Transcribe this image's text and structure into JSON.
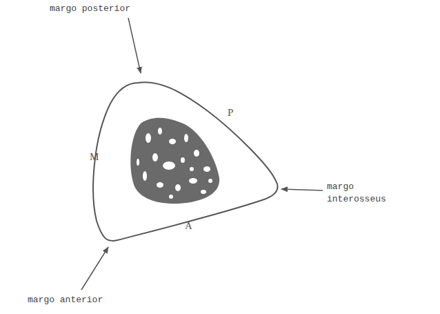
{
  "diagram": {
    "labels": [
      "margo posterior",
      "P",
      "M",
      "margo interosseus",
      "A",
      "margo anterior"
    ]
  }
}
